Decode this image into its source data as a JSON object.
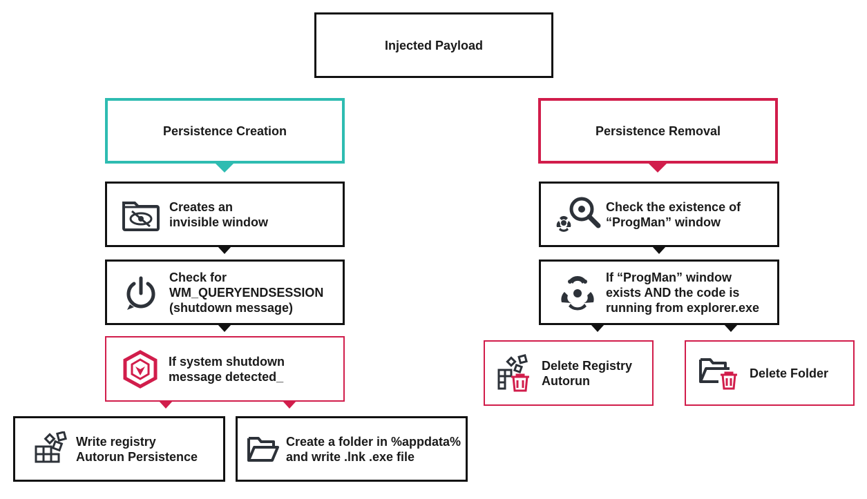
{
  "root": {
    "label": "Injected Payload"
  },
  "creation": {
    "title": "Persistence Creation",
    "steps": [
      {
        "icon": "eye-slash-folder-icon",
        "lines": [
          "Creates an",
          "invisible window"
        ]
      },
      {
        "icon": "power-icon",
        "lines": [
          "Check for",
          "WM_QUERYENDSESSION",
          "(shutdown message)"
        ]
      },
      {
        "icon": "hexagon-alert-icon",
        "lines": [
          "If system shutdown",
          "message detected_"
        ]
      }
    ],
    "leaves": [
      {
        "icon": "registry-grid-icon",
        "lines": [
          "Write registry",
          "Autorun Persistence"
        ]
      },
      {
        "icon": "open-folder-icon",
        "lines": [
          "Create a folder in %appdata%",
          "and write .lnk .exe file"
        ]
      }
    ]
  },
  "removal": {
    "title": "Persistence Removal",
    "steps": [
      {
        "icon": "biohazard-magnifier-icon",
        "lines": [
          "Check the existence of",
          "“ProgMan” window"
        ]
      },
      {
        "icon": "biohazard-icon",
        "lines": [
          "If “ProgMan” window",
          "exists AND the code is",
          "running from explorer.exe"
        ]
      }
    ],
    "leaves": [
      {
        "icon": "registry-trash-icon",
        "lines": [
          "Delete Registry",
          "Autorun"
        ]
      },
      {
        "icon": "folder-trash-icon",
        "lines": [
          "Delete Folder"
        ]
      }
    ]
  },
  "colors": {
    "teal": "#2ebcb1",
    "red": "#d11d4b",
    "dark": "#111111",
    "icon": "#2d3239"
  }
}
